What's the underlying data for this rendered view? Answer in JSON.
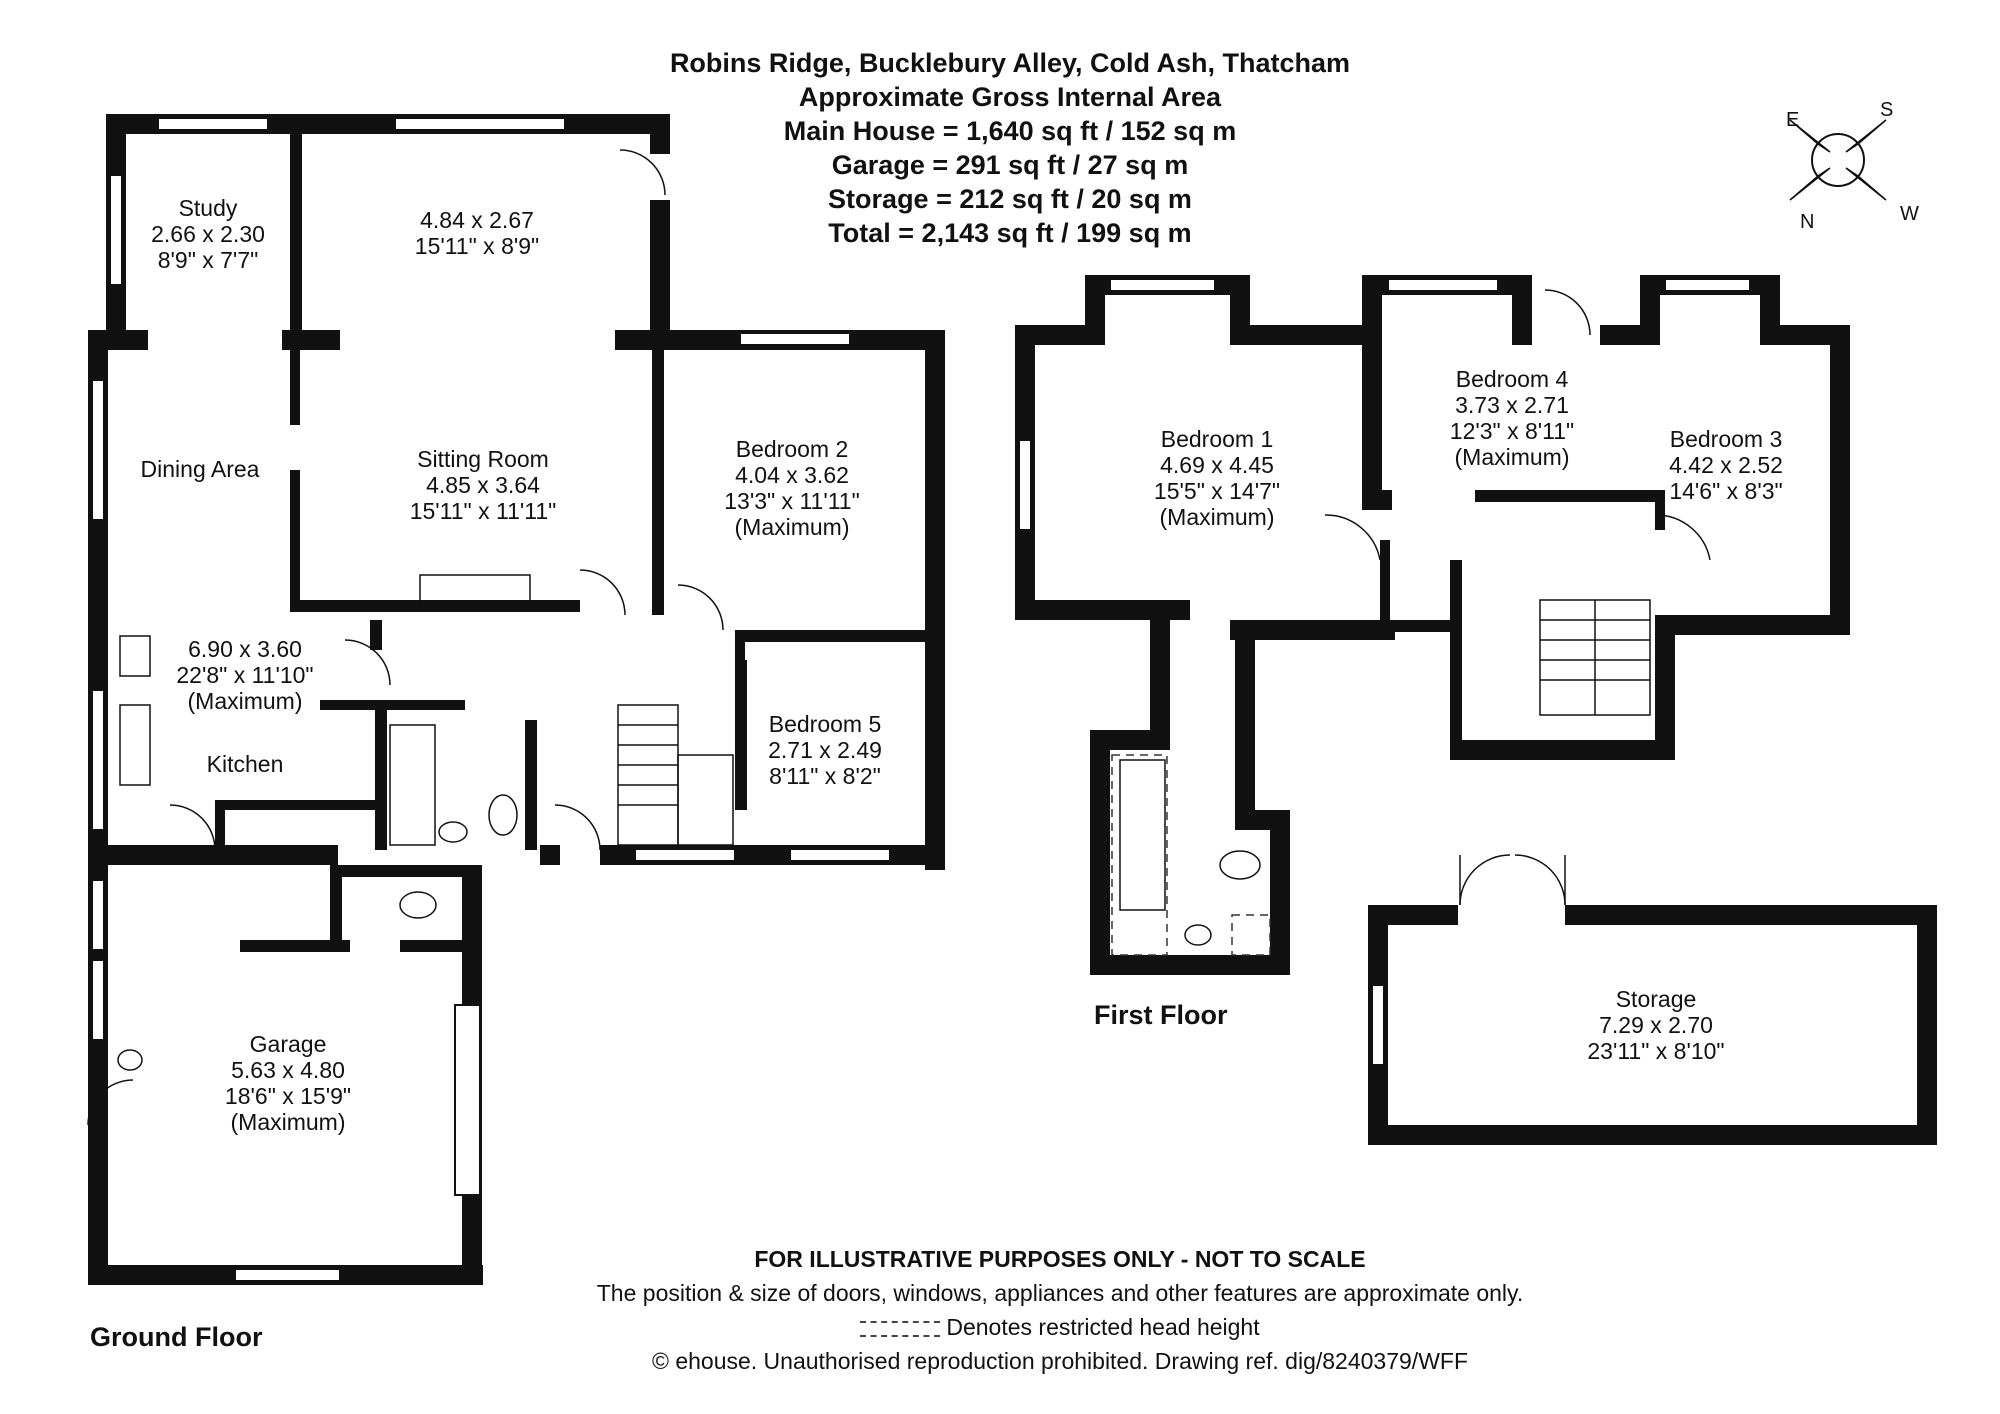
{
  "header": {
    "title": "Robins Ridge, Bucklebury Alley, Cold Ash, Thatcham",
    "subtitle": "Approximate Gross Internal Area",
    "areas": [
      "Main House = 1,640 sq ft / 152 sq m",
      "Garage = 291 sq ft / 27 sq m",
      "Storage = 212 sq ft / 20 sq m",
      "Total = 2,143 sq ft / 199 sq m"
    ]
  },
  "compass": {
    "n": "N",
    "e": "E",
    "s": "S",
    "w": "W"
  },
  "ground_floor": {
    "label": "Ground Floor",
    "rooms": {
      "study": {
        "name": "Study",
        "metric": "2.66 x 2.30",
        "imperial": "8'9\" x 7'7\""
      },
      "conservatory": {
        "metric": "4.84 x 2.67",
        "imperial": "15'11\" x 8'9\""
      },
      "dining": {
        "name": "Dining Area"
      },
      "sitting": {
        "name": "Sitting Room",
        "metric": "4.85 x 3.64",
        "imperial": "15'11\" x 11'11\""
      },
      "bedroom2": {
        "name": "Bedroom 2",
        "metric": "4.04 x 3.62",
        "imperial": "13'3\" x 11'11\"",
        "note": "(Maximum)"
      },
      "kitchen_dims": {
        "metric": "6.90 x 3.60",
        "imperial": "22'8\" x 11'10\"",
        "note": "(Maximum)"
      },
      "kitchen": {
        "name": "Kitchen"
      },
      "bedroom5": {
        "name": "Bedroom 5",
        "metric": "2.71 x 2.49",
        "imperial": "8'11\" x 8'2\""
      },
      "garage": {
        "name": "Garage",
        "metric": "5.63 x 4.80",
        "imperial": "18'6\" x 15'9\"",
        "note": "(Maximum)"
      }
    }
  },
  "first_floor": {
    "label": "First Floor",
    "rooms": {
      "bedroom1": {
        "name": "Bedroom 1",
        "metric": "4.69 x 4.45",
        "imperial": "15'5\" x 14'7\"",
        "note": "(Maximum)"
      },
      "bedroom4": {
        "name": "Bedroom 4",
        "metric": "3.73 x 2.71",
        "imperial": "12'3\" x 8'11\"",
        "note": "(Maximum)"
      },
      "bedroom3": {
        "name": "Bedroom 3",
        "metric": "4.42 x 2.52",
        "imperial": "14'6\" x 8'3\""
      }
    }
  },
  "storage": {
    "name": "Storage",
    "metric": "7.29 x 2.70",
    "imperial": "23'11\" x 8'10\""
  },
  "footer": {
    "disclaimer": "FOR ILLUSTRATIVE PURPOSES ONLY - NOT TO SCALE",
    "note": "The position & size of doors, windows, appliances and other features are approximate only.",
    "legend": "Denotes restricted head height",
    "copyright": "© ehouse. Unauthorised reproduction prohibited. Drawing ref. dig/8240379/WFF"
  }
}
